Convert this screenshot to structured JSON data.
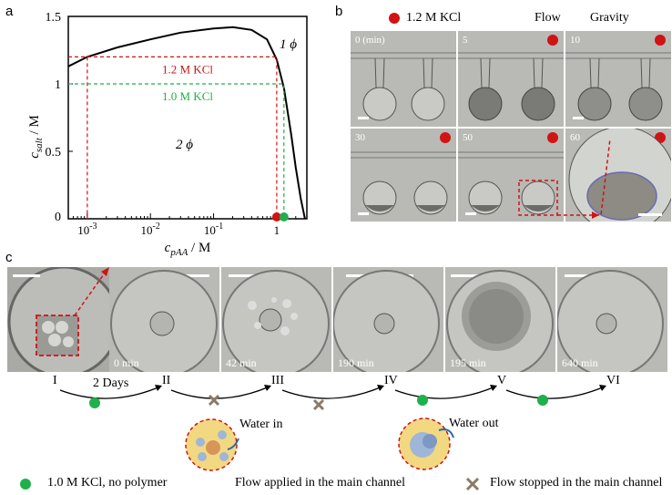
{
  "panel_a": {
    "label": "a",
    "y_ticks": [
      "1.5",
      "1",
      "0.5",
      "0"
    ],
    "x_ticks": [
      "10-3",
      "10-2",
      "10-1",
      "1"
    ],
    "x_tick_parts": [
      [
        "10",
        "-3"
      ],
      [
        "10",
        "-2"
      ],
      [
        "10",
        "-1"
      ],
      [
        "1",
        ""
      ]
    ],
    "ylabel_main": "c",
    "ylabel_sub": "salt",
    "ylabel_unit": " / M",
    "xlabel_main": "c",
    "xlabel_sub": "pAA",
    "xlabel_unit": " / M",
    "region_1": "1 ϕ",
    "region_2": "2 ϕ",
    "ann_red": "1.2 M KCl",
    "ann_green": "1.0 M KCl"
  },
  "panel_b": {
    "label": "b",
    "legend_red": "1.2 M KCl",
    "legend_flow": "Flow",
    "legend_gravity": "Gravity",
    "frames": [
      "0 (min)",
      "5",
      "10",
      "30",
      "50",
      "60"
    ]
  },
  "panel_c": {
    "label": "c",
    "frame_times": [
      "",
      "0 min",
      "42 min",
      "190 min",
      "195 min",
      "640 min"
    ],
    "stages": [
      "I",
      "II",
      "III",
      "IV",
      "V",
      "VI"
    ],
    "arrow_label": "2 Days",
    "water_in": "Water in",
    "water_out": "Water out",
    "legend_green": "1.0 M KCl, no polymer",
    "legend_flow_applied": "Flow applied in the main channel",
    "legend_flow_stopped": "Flow stopped in the main channel"
  },
  "colors": {
    "red": "#d01313",
    "green": "#1fb04c",
    "cross": "#8a7a66"
  },
  "chart_data": {
    "type": "line",
    "xscale": "log",
    "xlim": [
      0.0005,
      3
    ],
    "ylim": [
      0,
      1.5
    ],
    "xlabel": "c pAA / M",
    "ylabel": "c salt / M",
    "series": [
      {
        "x": [
          0.0005,
          0.001,
          0.003,
          0.01,
          0.03,
          0.1,
          0.2,
          0.4,
          0.7,
          1.0,
          1.3,
          1.7,
          2.0,
          2.4,
          2.8
        ],
        "y": [
          1.13,
          1.2,
          1.27,
          1.33,
          1.38,
          1.41,
          1.42,
          1.4,
          1.33,
          1.18,
          0.97,
          0.62,
          0.38,
          0.15,
          0.0
        ]
      }
    ],
    "annotations": [
      {
        "text": "1.2 M KCl",
        "x": 1.0,
        "y": 1.2
      },
      {
        "text": "1.0 M KCl",
        "x": 1.3,
        "y": 1.0
      }
    ]
  }
}
